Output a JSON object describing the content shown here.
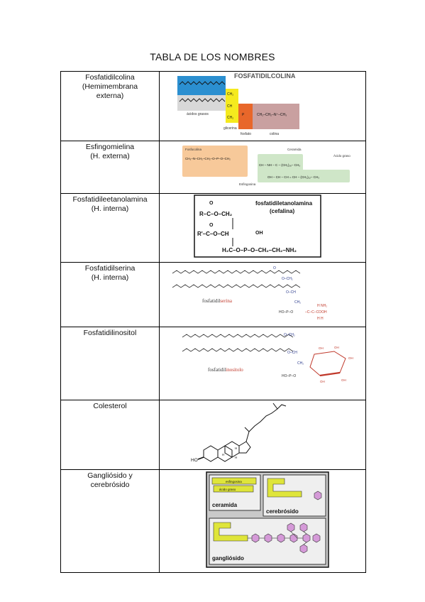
{
  "page": {
    "title": "TABLA DE LOS NOMBRES"
  },
  "rows": [
    {
      "name_lines": [
        "Fosfatidilcolina",
        "(Hemimembrana",
        "externa)"
      ]
    },
    {
      "name_lines": [
        "Esfingomielina",
        "(H. externa)"
      ]
    },
    {
      "name_lines": [
        "Fosfatidileetanolamina",
        "(H. interna)"
      ]
    },
    {
      "name_lines": [
        "Fosfatidilserina",
        "(H. interna)"
      ]
    },
    {
      "name_lines": [
        "Fosfatidilinositol"
      ]
    },
    {
      "name_lines": [
        "Colesterol"
      ]
    },
    {
      "name_lines": [
        "Gangliósido y",
        "cerebrósido"
      ]
    }
  ],
  "figures": {
    "pc": {
      "title": "FOSFATIDILCOLINA",
      "acidos": "ácidos grasos",
      "glicerina": "glicerina",
      "fosfato": "fosfato",
      "colina": "colina"
    },
    "sm": {
      "fosfocolina": "Fosfocolina",
      "ceramida": "Ceramida",
      "acido_graso": "Ácido graso",
      "esfingosina": "Esfingosina"
    },
    "pe": {
      "title1": "fosfatidiletanolamina",
      "title2": "(cefalina)"
    },
    "ps": {
      "label_black": "fosfatidil",
      "label_red": "serina"
    },
    "pi": {
      "label_black": "fosfatidil",
      "label_red": "inositolo"
    },
    "chol": {
      "ho": "HO"
    },
    "gang": {
      "esfingosina": "esfingosina",
      "acido_graso": "ácido graso",
      "ceramida": "ceramida",
      "cerebrosido": "cerebrósido",
      "gangliosido": "gangliósido"
    }
  },
  "colors": {
    "pc_blue": "#2b8fd0",
    "pc_yellow": "#f5ea1e",
    "pc_orange": "#e8672a",
    "pc_pink": "#c9a0a0",
    "sm_orange": "#f7c99a",
    "sm_green": "#cfe6c8",
    "lipid_red": "#c0392b",
    "lipid_blue": "#2a3a8c",
    "ceramide_yellow": "#dfe53a",
    "sugar_purple": "#d59ad8"
  }
}
